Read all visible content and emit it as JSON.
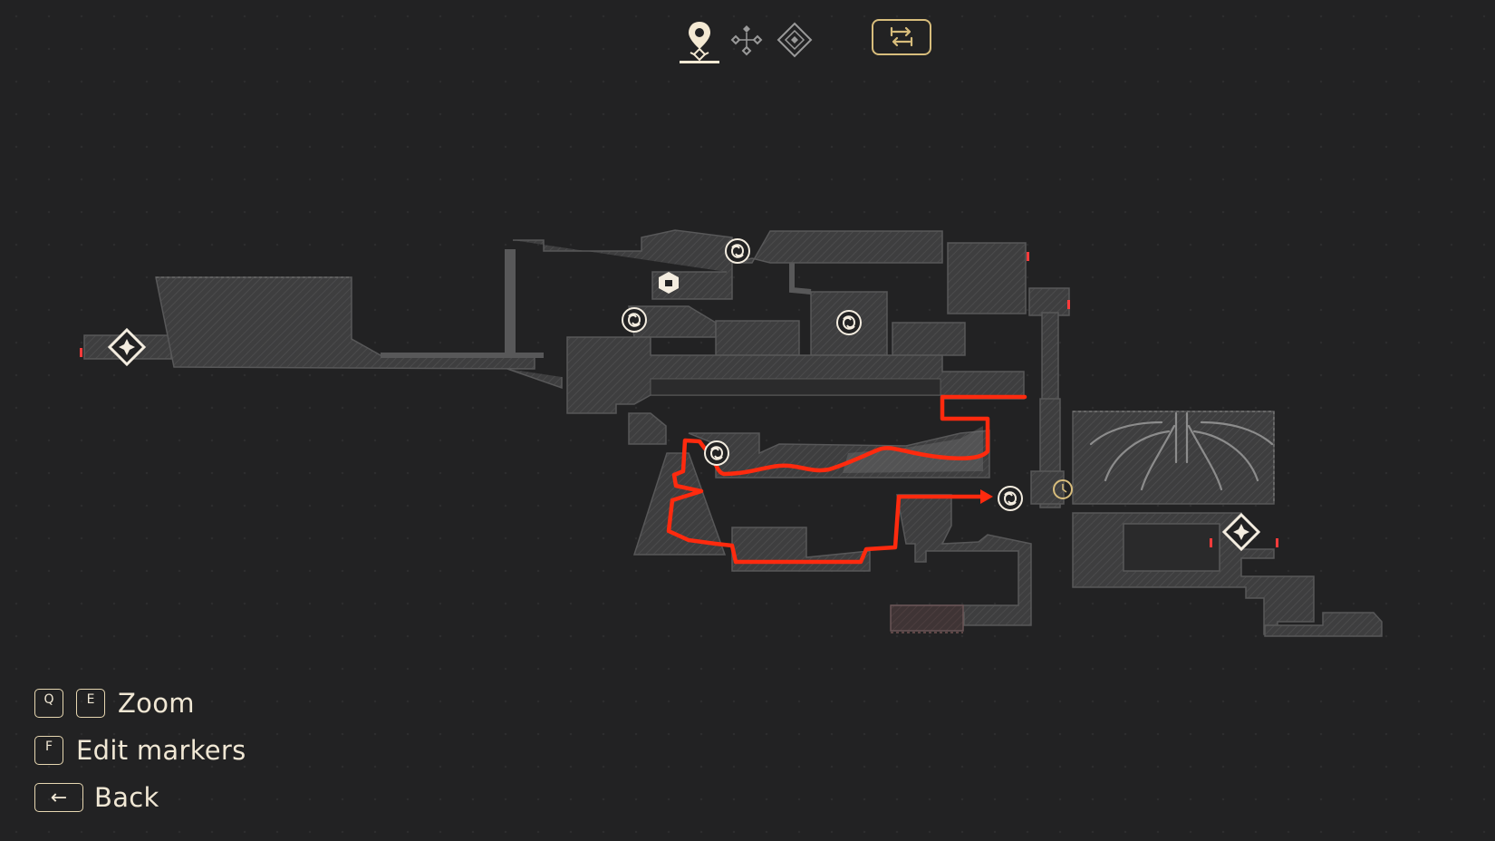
{
  "topbar": {
    "tabs": [
      {
        "name": "location-pin-icon",
        "active": true
      },
      {
        "name": "waypoints-icon",
        "active": false
      },
      {
        "name": "collectibles-diamond-icon",
        "active": false
      }
    ],
    "swap_icon": "swap-arrows-icon"
  },
  "map": {
    "markers": [
      {
        "type": "teleport-anchor-icon"
      },
      {
        "type": "teleport-anchor-icon"
      },
      {
        "type": "spiral-portal-icon"
      },
      {
        "type": "spiral-portal-icon"
      },
      {
        "type": "spiral-portal-icon"
      },
      {
        "type": "spiral-portal-icon"
      },
      {
        "type": "spiral-portal-icon"
      },
      {
        "type": "hex-chest-icon"
      },
      {
        "type": "player-location-icon"
      }
    ],
    "route_color": "#ff2a0e",
    "wall_color": "#4a4a4b",
    "accent_color": "#d8bd7c"
  },
  "controls": {
    "zoom": {
      "keys": [
        "Q",
        "E"
      ],
      "label": "Zoom"
    },
    "edit": {
      "key": "F",
      "label": "Edit markers"
    },
    "back": {
      "key": "←",
      "label": "Back"
    }
  }
}
